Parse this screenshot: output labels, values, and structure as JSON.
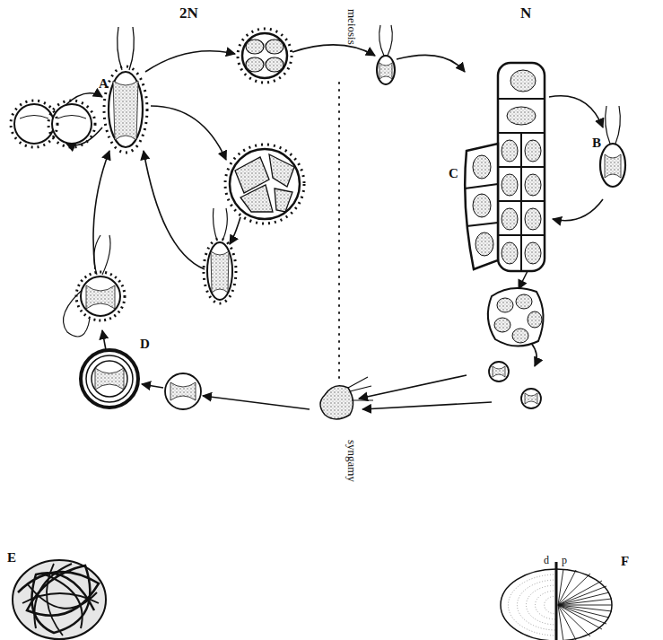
{
  "diagram": {
    "labels": [
      "2N",
      "N",
      "meiosis",
      "syngamy",
      "A",
      "B",
      "C",
      "D",
      "E",
      "F",
      "d",
      "p"
    ]
  }
}
